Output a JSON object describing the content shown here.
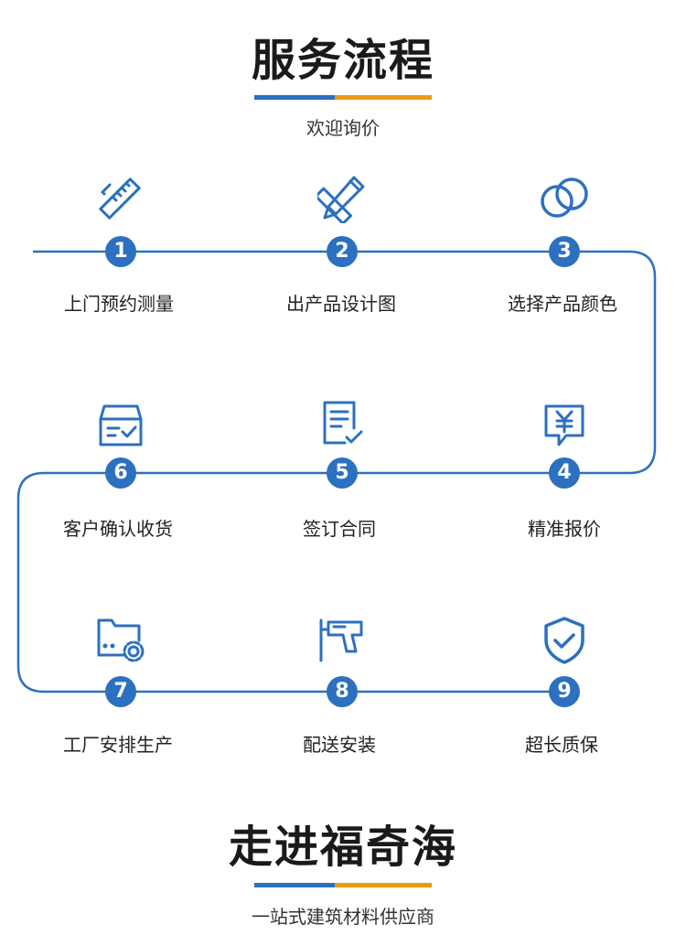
{
  "colors": {
    "blue": "#2c70c0",
    "orange": "#eb9a13",
    "line": "#2c70c0"
  },
  "header": {
    "title": "服务流程",
    "subtitle": "欢迎询价"
  },
  "footer": {
    "title": "走进福奇海",
    "subtitle": "一站式建筑材料供应商"
  },
  "steps": [
    {
      "number": "1",
      "label": "上门预约测量",
      "icon": "ruler-icon"
    },
    {
      "number": "2",
      "label": "出产品设计图",
      "icon": "pencil-ruler-icon"
    },
    {
      "number": "3",
      "label": "选择产品颜色",
      "icon": "overlap-circles-icon"
    },
    {
      "number": "4",
      "label": "精准报价",
      "icon": "yuan-message-icon"
    },
    {
      "number": "5",
      "label": "签订合同",
      "icon": "document-check-icon"
    },
    {
      "number": "6",
      "label": "客户确认收货",
      "icon": "box-check-icon"
    },
    {
      "number": "7",
      "label": "工厂安排生产",
      "icon": "factory-folder-gear-icon"
    },
    {
      "number": "8",
      "label": "配送安装",
      "icon": "drill-icon"
    },
    {
      "number": "9",
      "label": "超长质保",
      "icon": "shield-check-icon"
    }
  ]
}
